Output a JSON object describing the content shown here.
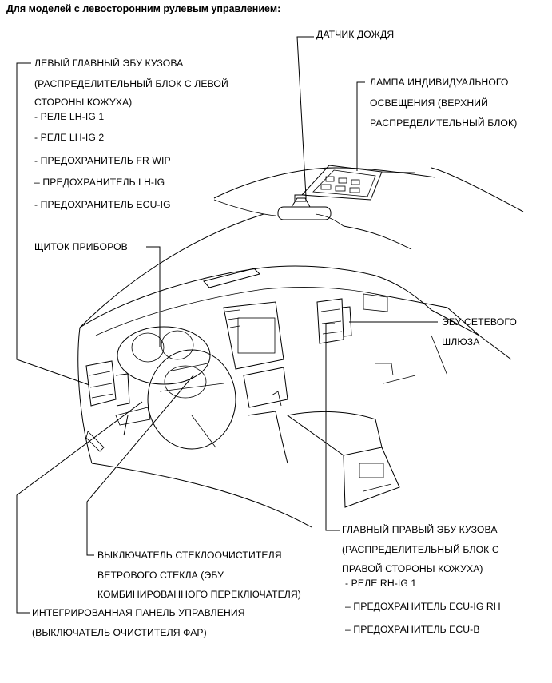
{
  "heading": "Для моделей с левосторонним рулевым управлением:",
  "labels": {
    "rain_sensor": "ДАТЧИК ДОЖДЯ",
    "left_ecu": [
      "ЛЕВЫЙ ГЛАВНЫЙ ЭБУ КУЗОВА",
      "(РАСПРЕДЕЛИТЕЛЬНЫЙ БЛОК С ЛЕВОЙ",
      "СТОРОНЫ КОЖУХА)",
      "- РЕЛЕ LH-IG 1",
      "- РЕЛЕ LH-IG 2",
      "- ПРЕДОХРАНИТЕЛЬ FR WIP",
      "– ПРЕДОХРАНИТЕЛЬ LH-IG",
      "- ПРЕДОХРАНИТЕЛЬ ECU-IG"
    ],
    "room_lamp": [
      "ЛАМПА ИНДИВИДУАЛЬНОГО",
      "ОСВЕЩЕНИЯ (ВЕРХНИЙ",
      "РАСПРЕДЕЛИТЕЛЬНЫЙ БЛОК)"
    ],
    "combination_meter": "ЩИТОК ПРИБОРОВ",
    "gateway_ecu": [
      "ЭБУ СЕТЕВОГО",
      "ШЛЮЗА"
    ],
    "right_ecu": [
      "ГЛАВНЫЙ ПРАВЫЙ ЭБУ КУЗОВА",
      "(РАСПРЕДЕЛИТЕЛЬНЫЙ БЛОК С",
      "ПРАВОЙ СТОРОНЫ КОЖУХА)",
      "- РЕЛЕ RH-IG 1",
      "– ПРЕДОХРАНИТЕЛЬ ECU-IG RH",
      "– ПРЕДОХРАНИТЕЛЬ ECU-B"
    ],
    "wiper_switch": [
      "ВЫКЛЮЧАТЕЛЬ СТЕКЛООЧИСТИТЕЛЯ",
      "ВЕТРОВОГО СТЕКЛА (ЭБУ",
      "КОМБИНИРОВАННОГО ПЕРЕКЛЮЧАТЕЛЯ)"
    ],
    "control_panel": [
      "ИНТЕГРИРОВАННАЯ ПАНЕЛЬ УПРАВЛЕНИЯ",
      "(ВЫКЛЮЧАТЕЛЬ ОЧИСТИТЕЛЯ ФАР)"
    ]
  }
}
